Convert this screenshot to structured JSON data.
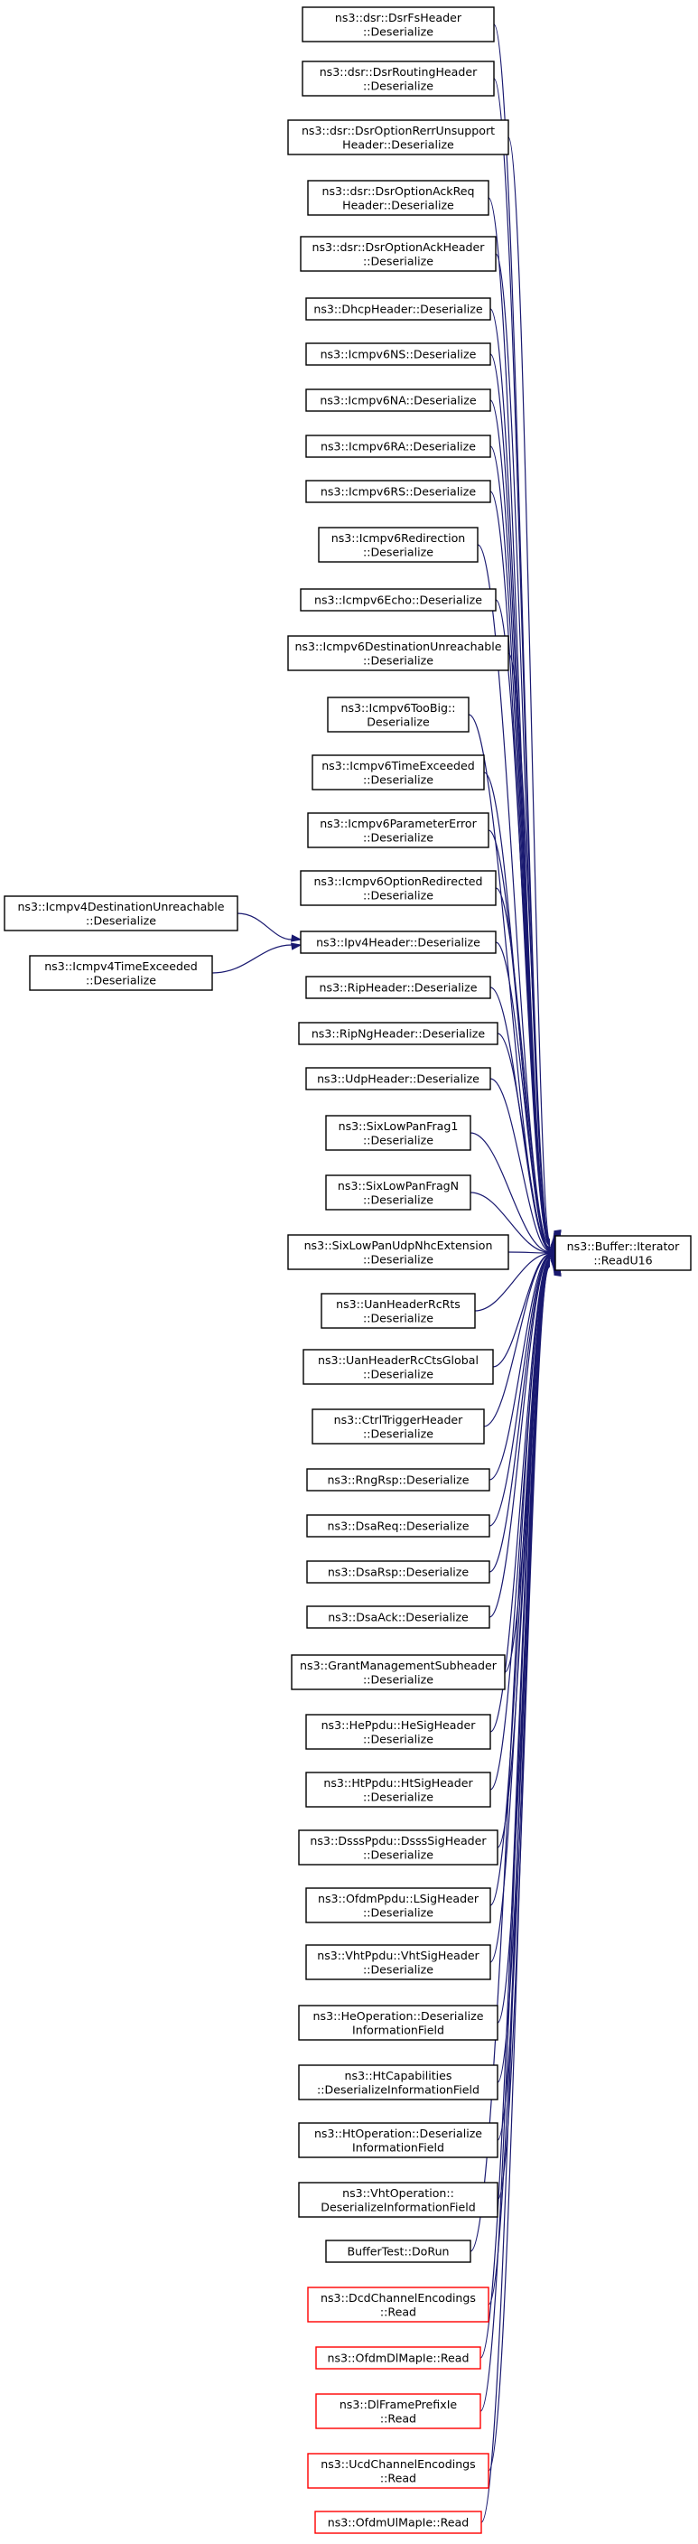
{
  "graph": {
    "colors": {
      "edge": "#191970",
      "node_border": "#000000",
      "node_border_missing": "#ff0000",
      "target_fill": "#bfbfbf"
    },
    "target": {
      "id": "readu16",
      "lines": [
        "ns3::Buffer::Iterator",
        "::ReadU16"
      ],
      "highlight": true
    },
    "callers": [
      {
        "id": "dsrfs",
        "lines": [
          "ns3::dsr::DsrFsHeader",
          "::Deserialize"
        ]
      },
      {
        "id": "dsrrouting",
        "lines": [
          "ns3::dsr::DsrRoutingHeader",
          "::Deserialize"
        ]
      },
      {
        "id": "dsrrerr",
        "lines": [
          "ns3::dsr::DsrOptionRerrUnsupport",
          "Header::Deserialize"
        ]
      },
      {
        "id": "dsrackreq",
        "lines": [
          "ns3::dsr::DsrOptionAckReq",
          "Header::Deserialize"
        ]
      },
      {
        "id": "dsrack",
        "lines": [
          "ns3::dsr::DsrOptionAckHeader",
          "::Deserialize"
        ]
      },
      {
        "id": "dhcp",
        "lines": [
          "ns3::DhcpHeader::Deserialize"
        ]
      },
      {
        "id": "icmpv6ns",
        "lines": [
          "ns3::Icmpv6NS::Deserialize"
        ]
      },
      {
        "id": "icmpv6na",
        "lines": [
          "ns3::Icmpv6NA::Deserialize"
        ]
      },
      {
        "id": "icmpv6ra",
        "lines": [
          "ns3::Icmpv6RA::Deserialize"
        ]
      },
      {
        "id": "icmpv6rs",
        "lines": [
          "ns3::Icmpv6RS::Deserialize"
        ]
      },
      {
        "id": "icmpv6redir",
        "lines": [
          "ns3::Icmpv6Redirection",
          "::Deserialize"
        ]
      },
      {
        "id": "icmpv6echo",
        "lines": [
          "ns3::Icmpv6Echo::Deserialize"
        ]
      },
      {
        "id": "icmpv6dest",
        "lines": [
          "ns3::Icmpv6DestinationUnreachable",
          "::Deserialize"
        ]
      },
      {
        "id": "icmpv6toobig",
        "lines": [
          "ns3::Icmpv6TooBig::",
          "Deserialize"
        ]
      },
      {
        "id": "icmpv6time",
        "lines": [
          "ns3::Icmpv6TimeExceeded",
          "::Deserialize"
        ]
      },
      {
        "id": "icmpv6param",
        "lines": [
          "ns3::Icmpv6ParameterError",
          "::Deserialize"
        ]
      },
      {
        "id": "icmpv6optredir",
        "lines": [
          "ns3::Icmpv6OptionRedirected",
          "::Deserialize"
        ]
      },
      {
        "id": "ipv4",
        "lines": [
          "ns3::Ipv4Header::Deserialize"
        ]
      },
      {
        "id": "rip",
        "lines": [
          "ns3::RipHeader::Deserialize"
        ]
      },
      {
        "id": "ripng",
        "lines": [
          "ns3::RipNgHeader::Deserialize"
        ]
      },
      {
        "id": "udp",
        "lines": [
          "ns3::UdpHeader::Deserialize"
        ]
      },
      {
        "id": "sixfrag1",
        "lines": [
          "ns3::SixLowPanFrag1",
          "::Deserialize"
        ]
      },
      {
        "id": "sixfragn",
        "lines": [
          "ns3::SixLowPanFragN",
          "::Deserialize"
        ]
      },
      {
        "id": "sixudpnhc",
        "lines": [
          "ns3::SixLowPanUdpNhcExtension",
          "::Deserialize"
        ]
      },
      {
        "id": "uanrcrts",
        "lines": [
          "ns3::UanHeaderRcRts",
          "::Deserialize"
        ]
      },
      {
        "id": "uanrcctsg",
        "lines": [
          "ns3::UanHeaderRcCtsGlobal",
          "::Deserialize"
        ]
      },
      {
        "id": "ctrltrigger",
        "lines": [
          "ns3::CtrlTriggerHeader",
          "::Deserialize"
        ]
      },
      {
        "id": "rngrsp",
        "lines": [
          "ns3::RngRsp::Deserialize"
        ]
      },
      {
        "id": "dsareq",
        "lines": [
          "ns3::DsaReq::Deserialize"
        ]
      },
      {
        "id": "dsarsp",
        "lines": [
          "ns3::DsaRsp::Deserialize"
        ]
      },
      {
        "id": "dsaack",
        "lines": [
          "ns3::DsaAck::Deserialize"
        ]
      },
      {
        "id": "grantmgmt",
        "lines": [
          "ns3::GrantManagementSubheader",
          "::Deserialize"
        ]
      },
      {
        "id": "hesig",
        "lines": [
          "ns3::HePpdu::HeSigHeader",
          "::Deserialize"
        ]
      },
      {
        "id": "htsig",
        "lines": [
          "ns3::HtPpdu::HtSigHeader",
          "::Deserialize"
        ]
      },
      {
        "id": "dssssig",
        "lines": [
          "ns3::DsssPpdu::DsssSigHeader",
          "::Deserialize"
        ]
      },
      {
        "id": "lsig",
        "lines": [
          "ns3::OfdmPpdu::LSigHeader",
          "::Deserialize"
        ]
      },
      {
        "id": "vhtsig",
        "lines": [
          "ns3::VhtPpdu::VhtSigHeader",
          "::Deserialize"
        ]
      },
      {
        "id": "heop",
        "lines": [
          "ns3::HeOperation::Deserialize",
          "InformationField"
        ]
      },
      {
        "id": "htcap",
        "lines": [
          "ns3::HtCapabilities",
          "::DeserializeInformationField"
        ]
      },
      {
        "id": "htop",
        "lines": [
          "ns3::HtOperation::Deserialize",
          "InformationField"
        ]
      },
      {
        "id": "vhtop",
        "lines": [
          "ns3::VhtOperation::",
          "DeserializeInformationField"
        ]
      },
      {
        "id": "buffertest",
        "lines": [
          "BufferTest::DoRun"
        ]
      },
      {
        "id": "dcdenc",
        "lines": [
          "ns3::DcdChannelEncodings",
          "::Read"
        ],
        "missing": true
      },
      {
        "id": "ofdmdlmap",
        "lines": [
          "ns3::OfdmDlMapIe::Read"
        ],
        "missing": true
      },
      {
        "id": "dlframe",
        "lines": [
          "ns3::DlFramePrefixIe",
          "::Read"
        ],
        "missing": true
      },
      {
        "id": "ucdenc",
        "lines": [
          "ns3::UcdChannelEncodings",
          "::Read"
        ],
        "missing": true
      },
      {
        "id": "ofdmulmap",
        "lines": [
          "ns3::OfdmUlMapIe::Read"
        ],
        "missing": true
      }
    ],
    "second_level": [
      {
        "id": "icmpv4dest",
        "lines": [
          "ns3::Icmpv4DestinationUnreachable",
          "::Deserialize"
        ],
        "calls": "ipv4"
      },
      {
        "id": "icmpv4time",
        "lines": [
          "ns3::Icmpv4TimeExceeded",
          "::Deserialize"
        ],
        "calls": "ipv4"
      }
    ]
  }
}
